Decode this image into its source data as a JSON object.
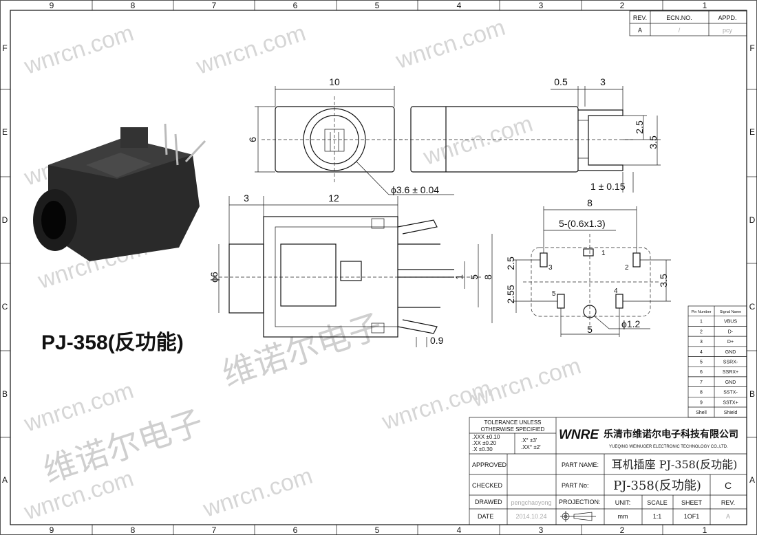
{
  "frame": {
    "columns": [
      "9",
      "8",
      "7",
      "6",
      "5",
      "4",
      "3",
      "2",
      "1"
    ],
    "rows": [
      "F",
      "E",
      "D",
      "C",
      "B",
      "A"
    ]
  },
  "watermark": "wnrcn.com",
  "watermark_cn": "维诺尔电子",
  "revision_table": {
    "headers": [
      "REV.",
      "ECN.NO.",
      "APPD."
    ],
    "row": [
      "A",
      "/",
      "pcy"
    ]
  },
  "product_label": "PJ-358(反功能)",
  "dimensions": {
    "front_width": "10",
    "front_height": "6",
    "hole_dia": "ϕ3.6 ± 0.04",
    "side_05": "0.5",
    "side_3": "3",
    "side_25": "2.5",
    "side_35": "3.5",
    "side_1": "1 ± 0.15",
    "top_3": "3",
    "top_12": "12",
    "top_dia6": "ϕ6",
    "top_1": "1",
    "top_5": "5",
    "top_8": "8",
    "top_09": "0.9",
    "fp_8": "8",
    "fp_pads": "5-(0.6x1.3)",
    "fp_25": "2.5",
    "fp_255": "2.55",
    "fp_35": "3.5",
    "fp_5": "5",
    "fp_dia12": "ϕ1.2"
  },
  "footprint_pins": [
    "1",
    "2",
    "3",
    "4",
    "5"
  ],
  "pin_table": {
    "headers": [
      "Pin Number",
      "Signal Name"
    ],
    "rows": [
      [
        "1",
        "VBUS"
      ],
      [
        "2",
        "D-"
      ],
      [
        "3",
        "D+"
      ],
      [
        "4",
        "GND"
      ],
      [
        "5",
        "SSRX-"
      ],
      [
        "6",
        "SSRX+"
      ],
      [
        "7",
        "GND"
      ],
      [
        "8",
        "SSTX-"
      ],
      [
        "9",
        "SSTX+"
      ],
      [
        "Shell",
        "Shield"
      ]
    ]
  },
  "title_block": {
    "tolerance_title_1": "TOLERANCE UNLESS",
    "tolerance_title_2": "OTHERWISE SPECIFIED",
    "tol": [
      ".XXX  ±0.10",
      ".XX   ±0.20",
      ".X     ±0.30"
    ],
    "ang": [
      ".X°    ±3'",
      ".XX°  ±2'"
    ],
    "logo": "WNRE",
    "company_cn": "乐清市维诺尔电子科技有限公司",
    "company_en": "YUEQING WEINUOER ELECTRONIC TECHNOLOGY CO.,LTD.",
    "approved_label": "APPROVED",
    "checked_label": "CHECKED",
    "drawed_label": "DRAWED",
    "drawed_value": "pengchaoyong",
    "date_label": "DATE",
    "date_value": "2014.10.24",
    "part_name_label": "PART  NAME:",
    "part_name_value": "耳机插座 PJ-358(反功能)",
    "part_no_label": "PART  No:",
    "part_no_value": "PJ-358(反功能)",
    "part_rev": "C",
    "projection_label": "PROJECTION:",
    "unit_label": "UNIT:",
    "unit_value": "mm",
    "scale_label": "SCALE",
    "scale_value": "1:1",
    "sheet_label": "SHEET",
    "sheet_value": "1OF1",
    "rev_label": "REV.",
    "rev_value": "A"
  }
}
